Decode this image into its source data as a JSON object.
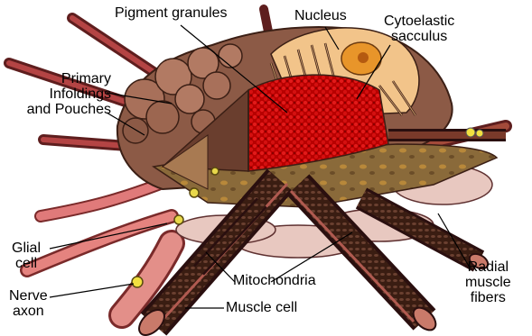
{
  "labels": {
    "pigment_granules": "Pigment granules",
    "nucleus": "Nucleus",
    "cytoelastic": [
      "Cytoelastic",
      "sacculus"
    ],
    "primary": [
      "Primary",
      "Infoldings",
      "and Pouches"
    ],
    "glial": [
      "Glial",
      "cell"
    ],
    "nerve": [
      "Nerve",
      "axon"
    ],
    "mitochondria": "Mitochondria",
    "muscle_cell": "Muscle cell",
    "radial": [
      "Radial",
      "muscle",
      "fibers"
    ]
  }
}
